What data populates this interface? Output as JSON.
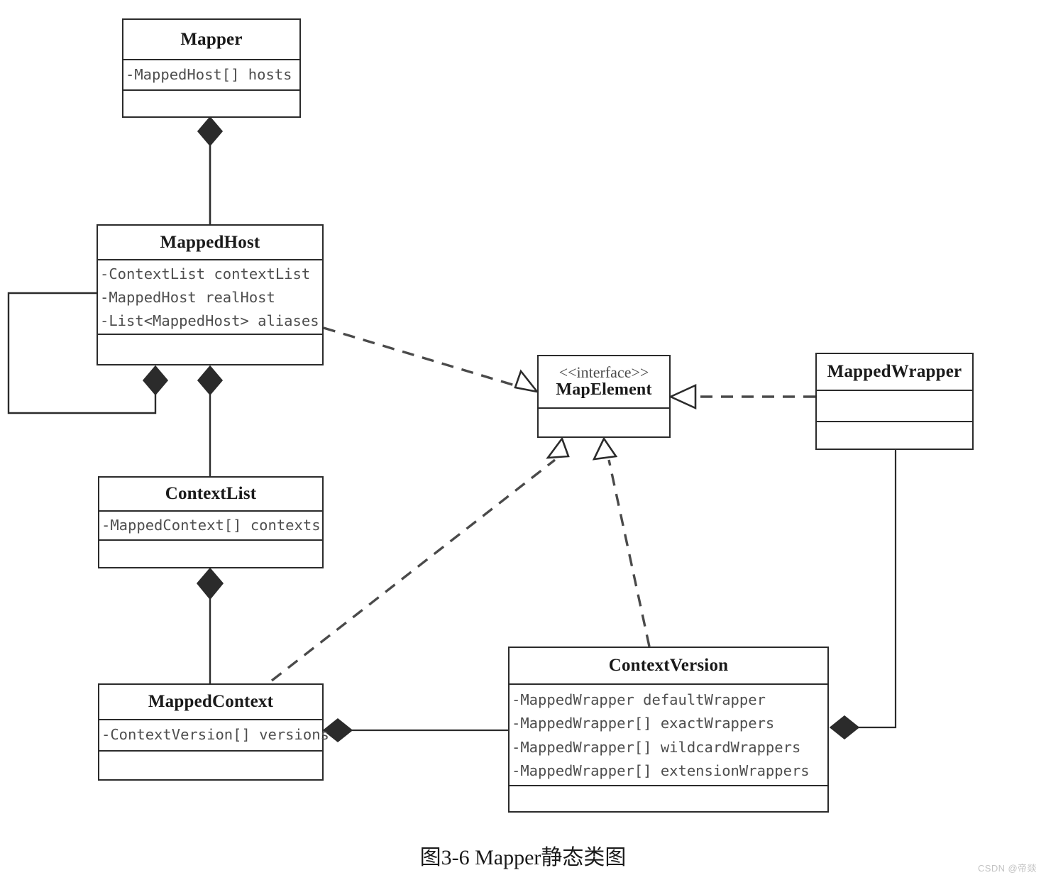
{
  "figure": {
    "caption": "图3-6    Mapper静态类图",
    "watermark": "CSDN @帝燚",
    "colors": {
      "stroke": "#2b2b2b",
      "fill": "#ffffff",
      "attribute_text": "#4e4e4e",
      "title_text": "#1a1a1a",
      "watermark_text": "#c3c3c3"
    }
  },
  "classes": {
    "mapper": {
      "name": "Mapper",
      "stereotype": "",
      "attributes": [
        "-MappedHost[] hosts"
      ],
      "operations": []
    },
    "mapped_host": {
      "name": "MappedHost",
      "stereotype": "",
      "attributes": [
        "-ContextList contextList",
        "-MappedHost realHost",
        "-List<MappedHost> aliases"
      ],
      "operations": []
    },
    "map_element": {
      "name": "MapElement",
      "stereotype": "<<interface>>",
      "attributes": [],
      "operations": []
    },
    "mapped_wrapper": {
      "name": "MappedWrapper",
      "stereotype": "",
      "attributes": [],
      "operations": []
    },
    "context_list": {
      "name": "ContextList",
      "stereotype": "",
      "attributes": [
        "-MappedContext[] contexts"
      ],
      "operations": []
    },
    "mapped_context": {
      "name": "MappedContext",
      "stereotype": "",
      "attributes": [
        "-ContextVersion[] versions"
      ],
      "operations": []
    },
    "context_version": {
      "name": "ContextVersion",
      "stereotype": "",
      "attributes": [
        "-MappedWrapper defaultWrapper",
        "-MappedWrapper[] exactWrappers",
        "-MappedWrapper[] wildcardWrappers",
        "-MappedWrapper[] extensionWrappers"
      ],
      "operations": []
    }
  },
  "relationships": [
    {
      "id": "mapper-mappedhost",
      "type": "composition",
      "from": "Mapper",
      "to": "MappedHost",
      "style": "solid",
      "end": "filled-diamond"
    },
    {
      "id": "mappedhost-self",
      "type": "composition",
      "from": "MappedHost",
      "to": "MappedHost",
      "style": "solid",
      "end": "filled-diamond"
    },
    {
      "id": "mappedhost-contextlist",
      "type": "composition",
      "from": "MappedHost",
      "to": "ContextList",
      "style": "solid",
      "end": "filled-diamond"
    },
    {
      "id": "contextlist-mappedcontext",
      "type": "composition",
      "from": "ContextList",
      "to": "MappedContext",
      "style": "solid",
      "end": "filled-diamond"
    },
    {
      "id": "mappedcontext-contextversion",
      "type": "composition",
      "from": "MappedContext",
      "to": "ContextVersion",
      "style": "solid",
      "end": "filled-diamond"
    },
    {
      "id": "mappedwrapper-contextversion",
      "type": "composition",
      "from": "MappedWrapper",
      "to": "ContextVersion",
      "style": "solid",
      "end": "filled-diamond"
    },
    {
      "id": "mappedhost-mapelement",
      "type": "realization",
      "from": "MappedHost",
      "to": "MapElement",
      "style": "dashed",
      "end": "hollow-triangle"
    },
    {
      "id": "mappedwrapper-mapelement",
      "type": "realization",
      "from": "MappedWrapper",
      "to": "MapElement",
      "style": "dashed",
      "end": "hollow-triangle"
    },
    {
      "id": "mappedcontext-mapelement",
      "type": "realization",
      "from": "MappedContext",
      "to": "MapElement",
      "style": "dashed",
      "end": "hollow-triangle"
    },
    {
      "id": "contextversion-mapelement",
      "type": "realization",
      "from": "ContextVersion",
      "to": "MapElement",
      "style": "dashed",
      "end": "hollow-triangle"
    }
  ]
}
